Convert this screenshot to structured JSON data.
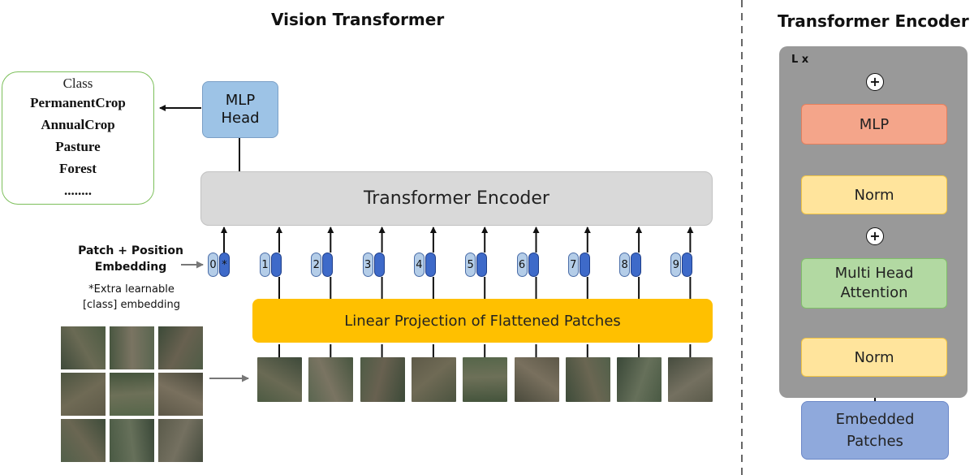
{
  "titles": {
    "vit": "Vision Transformer",
    "encoder": "Transformer Encoder"
  },
  "classes": {
    "header": "Class",
    "items": [
      "PermanentCrop",
      "AnnualCrop",
      "Pasture",
      "Forest",
      "........"
    ]
  },
  "mlp_head": {
    "line1": "MLP",
    "line2": "Head"
  },
  "transformer_encoder_label": "Transformer Encoder",
  "linear_projection_label": "Linear Projection of Flattened Patches",
  "patch_position": {
    "line1": "Patch + Position",
    "line2": "Embedding"
  },
  "extra_note": {
    "line1": "*Extra learnable",
    "line2": "[class] embedding"
  },
  "class_token": {
    "number": "0",
    "mark": "*"
  },
  "token_numbers": [
    "1",
    "2",
    "3",
    "4",
    "5",
    "6",
    "7",
    "8",
    "9"
  ],
  "encoder_block": {
    "repeat_label": "L x",
    "mlp": "MLP",
    "norm_top": "Norm",
    "mha_line1": "Multi Head",
    "mha_line2": "Attention",
    "norm_bottom": "Norm",
    "embedded_line1": "Embedded",
    "embedded_line2": "Patches",
    "plus_symbol": "+"
  },
  "colors": {
    "mlp_head": "#9dc3e6",
    "transformer_encoder": "#d9d9d9",
    "linear_projection": "#ffc000",
    "class_border": "#7cbf5a",
    "encoder_panel": "#999999",
    "encoder_mlp": "#f4a58a",
    "encoder_norm": "#ffe49c",
    "encoder_attention": "#b2d9a2",
    "embedded_patches": "#8fa9dc",
    "token_light": "#b4cde8",
    "token_dark": "#3e6ac9"
  }
}
